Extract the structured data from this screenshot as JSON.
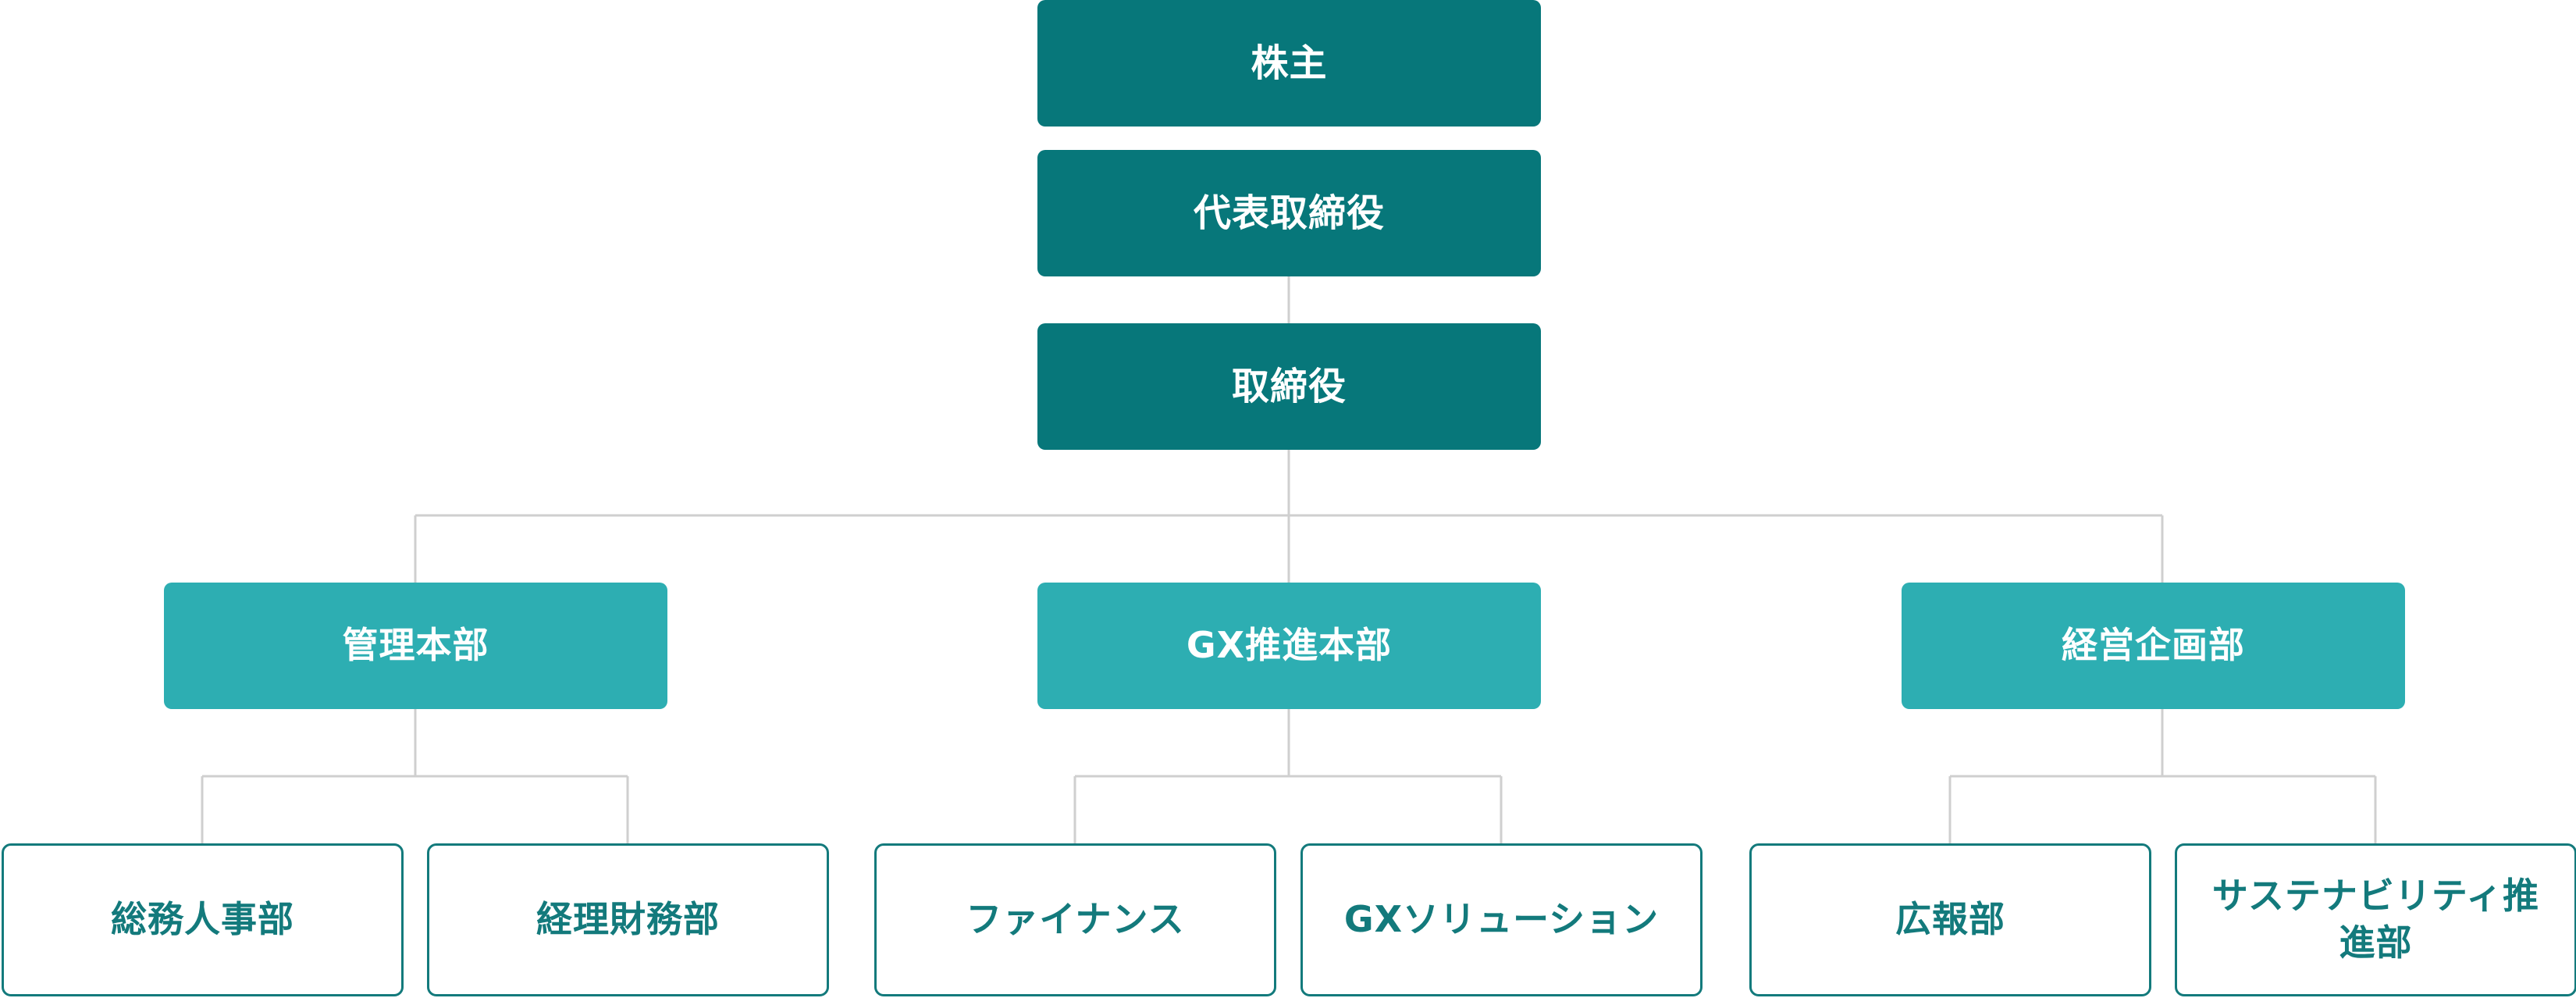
{
  "org_chart": {
    "top": {
      "shareholders": "株主",
      "representative_director": "代表取締役",
      "directors": "取締役"
    },
    "divisions": [
      {
        "label": "管理本部",
        "departments": [
          "総務人事部",
          "経理財務部"
        ]
      },
      {
        "label": "GX推進本部",
        "departments": [
          "ファイナンス",
          "GXソリューション"
        ]
      },
      {
        "label": "経営企画部",
        "departments": [
          "広報部",
          "サステナビリティ推進部"
        ]
      }
    ]
  },
  "colors": {
    "executive_fill": "#07777a",
    "division_fill": "#2daeb2",
    "department_border": "#137a7c",
    "department_text": "#137a7c",
    "connector": "#cfcfcf"
  }
}
